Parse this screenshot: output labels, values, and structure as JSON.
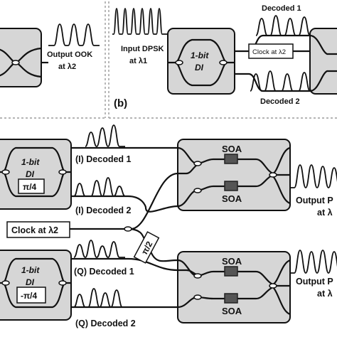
{
  "panel_b": {
    "tag": "(b)",
    "output_ook_line1": "Output OOK",
    "output_ook_line2": "at λ2",
    "input_dpsk_line1": "Input DPSK",
    "input_dpsk_line2": "at λ1",
    "di_line1": "1-bit",
    "di_line2": "DI",
    "decoded_1": "Decoded 1",
    "decoded_2": "Decoded 2",
    "clock": "Clock at λ2"
  },
  "panel_c": {
    "di_top_line1": "1-bit",
    "di_top_line2": "DI",
    "phase_top": "π/4",
    "di_bottom_line1": "1-bit",
    "di_bottom_line2": "DI",
    "phase_bottom": "-π/4",
    "i_decoded_1": "(I) Decoded 1",
    "i_decoded_2": "(I) Decoded 2",
    "q_decoded_1": "(Q) Decoded 1",
    "q_decoded_2": "(Q) Decoded 2",
    "clock": "Clock at λ2",
    "phase_shift": "π/2",
    "soa": "SOA",
    "output_top_line1": "Output P",
    "output_top_line2": "at λ",
    "output_bottom_line1": "Output P",
    "output_bottom_line2": "at λ"
  },
  "colors": {
    "box_fill": "#d6d6d6",
    "line": "#111111",
    "soa_fill": "#555555",
    "dash": "#888888"
  }
}
